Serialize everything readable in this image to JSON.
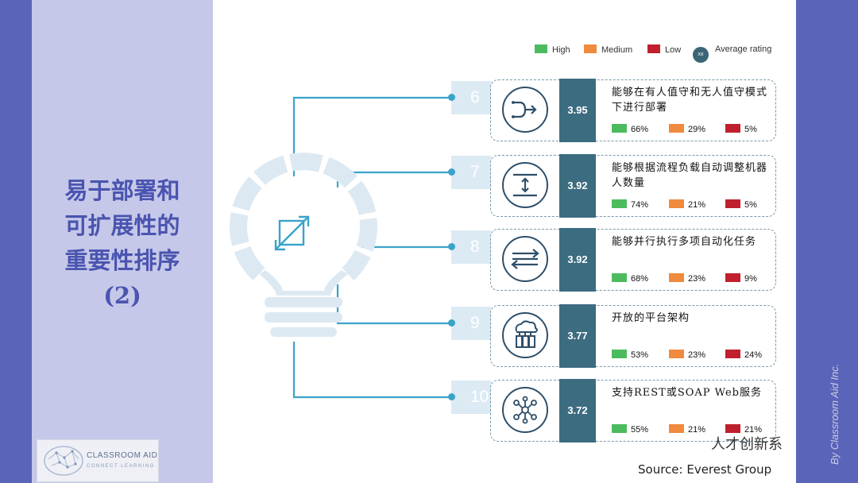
{
  "title_lines": [
    "易于部署和",
    "可扩展性的",
    "重要性排序",
    "(2)"
  ],
  "logo": {
    "name": "CLASSROOM AID",
    "tagline": "CONNECT LEARNING"
  },
  "legend": {
    "high": "High",
    "medium": "Medium",
    "low": "Low",
    "badge": "xx",
    "average": "Average rating"
  },
  "colors": {
    "high": "#4cbb5e",
    "medium": "#ef8a3e",
    "low": "#c0202e",
    "rating_bg": "#3c6c80",
    "connector": "#3aa3c9"
  },
  "items": [
    {
      "num": "6",
      "icon": "merge-arrows-icon",
      "rating": "3.95",
      "desc": "能够在有人值守和无人值守模式下进行部署",
      "high": "66%",
      "medium": "29%",
      "low": "5%"
    },
    {
      "num": "7",
      "icon": "vertical-resize-icon",
      "rating": "3.92",
      "desc": "能够根据流程负载自动调整机器人数量",
      "high": "74%",
      "medium": "21%",
      "low": "5%"
    },
    {
      "num": "8",
      "icon": "parallel-arrows-icon",
      "rating": "3.92",
      "desc": "能够并行执行多项自动化任务",
      "high": "68%",
      "medium": "23%",
      "low": "9%"
    },
    {
      "num": "9",
      "icon": "cloud-servers-icon",
      "rating": "3.77",
      "desc": "开放的平台架构",
      "high": "53%",
      "medium": "23%",
      "low": "24%"
    },
    {
      "num": "10",
      "icon": "network-chip-icon",
      "rating": "3.72",
      "desc": "支持REST或SOAP Web服务",
      "high": "55%",
      "medium": "21%",
      "low": "21%"
    }
  ],
  "source": "Source: Everest Group",
  "watermark": "人才创新系",
  "vertical_credit": "By Classroom Aid Inc."
}
